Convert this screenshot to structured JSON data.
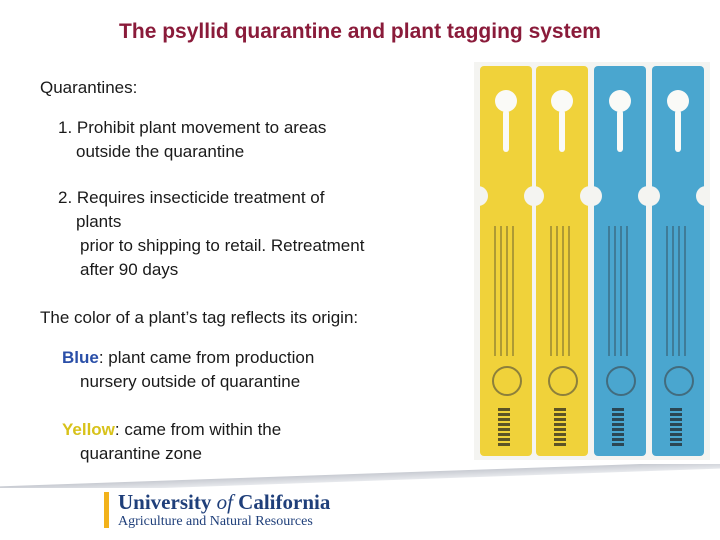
{
  "title": "The psyllid quarantine and plant tagging system",
  "quarantines": {
    "heading": "Quarantines:",
    "item1": {
      "line1": "1. Prohibit plant movement to areas",
      "line2": "outside the quarantine"
    },
    "item2": {
      "line1": "2. Requires insecticide treatment of",
      "line2": "plants",
      "line3": "prior to shipping to retail.  Retreatment",
      "line4": "after 90 days"
    }
  },
  "tag_color": {
    "heading": "The color of a plant’s tag reflects its origin:",
    "blue": {
      "word": "Blue",
      "rest": ": plant came from production",
      "line2": "nursery outside of quarantine",
      "color": "#2a4fa8"
    },
    "yellow": {
      "word": "Yellow",
      "rest": ": came from within the",
      "line2": "quarantine  zone",
      "color": "#d8c21a"
    }
  },
  "tag_image": {
    "tags": [
      {
        "color": "yellow"
      },
      {
        "color": "yellow"
      },
      {
        "color": "blue"
      },
      {
        "color": "blue"
      }
    ]
  },
  "footer": {
    "logo_university": "University",
    "logo_of": "of",
    "logo_california": "California",
    "logo_subtitle": "Agriculture and Natural Resources"
  }
}
